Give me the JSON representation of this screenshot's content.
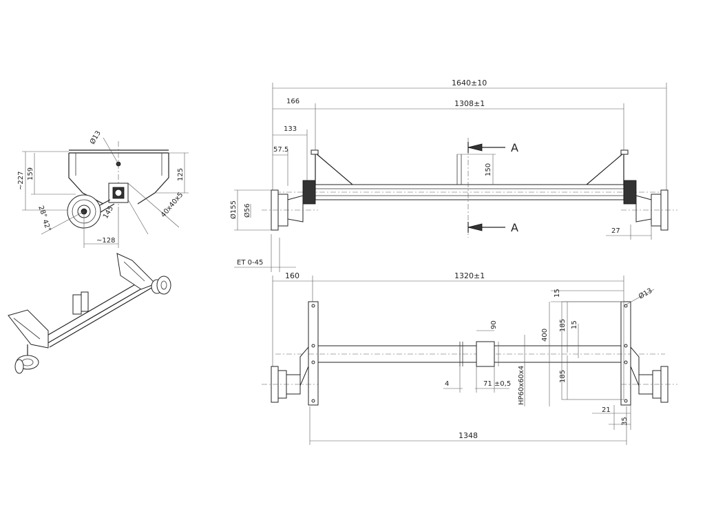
{
  "dimensions": {
    "total_length": "1640±10",
    "flange_offset": "166",
    "flange_spacing": "1308±1",
    "dim_133": "133",
    "dim_57_5": "57.5",
    "bracket_height": "150",
    "hub_diameter": "Ø155",
    "bore_diameter": "Ø56",
    "et_offset": "ET 0-45",
    "dim_27": "27",
    "side_offset": "160",
    "mount_spacing": "1320±1",
    "hole_diameter_top": "Ø13",
    "dim_15_top": "15",
    "dim_185_upper": "185",
    "dim_15_mid": "15",
    "dim_400": "400",
    "dim_90": "90",
    "dim_185_lower": "185",
    "dim_4": "4",
    "dim_71": "71 ±0,5",
    "profile": "HP60x60x4",
    "dim_21": "21",
    "dim_35": "35",
    "dim_1348": "1348"
  },
  "section": {
    "label_top": "A",
    "label_bottom": "A"
  },
  "side_view": {
    "hole": "Ø13",
    "dim_227": "~227",
    "dim_159": "159",
    "dim_125": "125",
    "angle_28": "28°",
    "angle_42": "42°",
    "dim_145": "145",
    "profile": "40x40x5",
    "dim_128": "~128"
  }
}
